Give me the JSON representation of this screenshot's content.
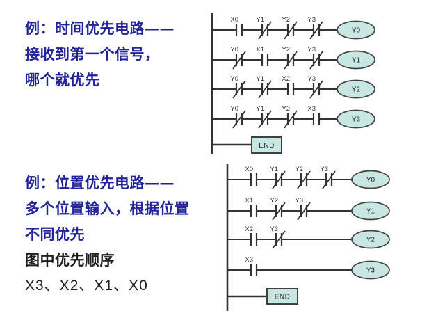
{
  "colors": {
    "background": "#ffffff",
    "heading_blue": "#22229a",
    "body_black": "#1c1c1c",
    "wire_dark": "#333333",
    "label_gray": "#333333",
    "coil_fill": "#c8e6e2",
    "coil_stroke": "#404040",
    "coil_text": "#222222"
  },
  "left_panel": {
    "time_priority_block": {
      "lines": [
        "例：时间优先电路——",
        "接收到第一个信号，",
        "哪个就优先"
      ]
    },
    "position_priority_block": {
      "lines_blue": [
        "例：位置优先电路——",
        "多个位置输入，根据位置",
        "不同优先"
      ],
      "lines_black": [
        "图中优先顺序",
        "X3、X2、X1、X0"
      ]
    }
  },
  "diagrams": [
    {
      "id": "time-priority-ladder",
      "rungs": [
        {
          "contacts": [
            {
              "label": "X0",
              "type": "no"
            },
            {
              "label": "Y1",
              "type": "nc"
            },
            {
              "label": "Y2",
              "type": "nc"
            },
            {
              "label": "Y3",
              "type": "nc"
            }
          ],
          "coil": "Y0"
        },
        {
          "contacts": [
            {
              "label": "Y0",
              "type": "nc"
            },
            {
              "label": "X1",
              "type": "no"
            },
            {
              "label": "Y2",
              "type": "nc"
            },
            {
              "label": "Y3",
              "type": "nc"
            }
          ],
          "coil": "Y1"
        },
        {
          "contacts": [
            {
              "label": "Y0",
              "type": "nc"
            },
            {
              "label": "Y1",
              "type": "nc"
            },
            {
              "label": "X2",
              "type": "no"
            },
            {
              "label": "Y3",
              "type": "nc"
            }
          ],
          "coil": "Y2"
        },
        {
          "contacts": [
            {
              "label": "Y0",
              "type": "nc"
            },
            {
              "label": "Y1",
              "type": "nc"
            },
            {
              "label": "Y2",
              "type": "nc"
            },
            {
              "label": "X3",
              "type": "no"
            }
          ],
          "coil": "Y3"
        }
      ],
      "end_label": "END"
    },
    {
      "id": "position-priority-ladder",
      "rungs": [
        {
          "contacts": [
            {
              "label": "X0",
              "type": "no"
            },
            {
              "label": "Y1",
              "type": "nc"
            },
            {
              "label": "Y2",
              "type": "nc"
            },
            {
              "label": "Y3",
              "type": "nc"
            }
          ],
          "coil": "Y0"
        },
        {
          "contacts": [
            {
              "label": "X1",
              "type": "no"
            },
            {
              "label": "Y2",
              "type": "nc"
            },
            {
              "label": "Y3",
              "type": "nc"
            }
          ],
          "coil": "Y1"
        },
        {
          "contacts": [
            {
              "label": "X2",
              "type": "no"
            },
            {
              "label": "Y3",
              "type": "nc"
            }
          ],
          "coil": "Y2"
        },
        {
          "contacts": [
            {
              "label": "X3",
              "type": "no"
            }
          ],
          "coil": "Y3"
        }
      ],
      "end_label": "END"
    }
  ]
}
